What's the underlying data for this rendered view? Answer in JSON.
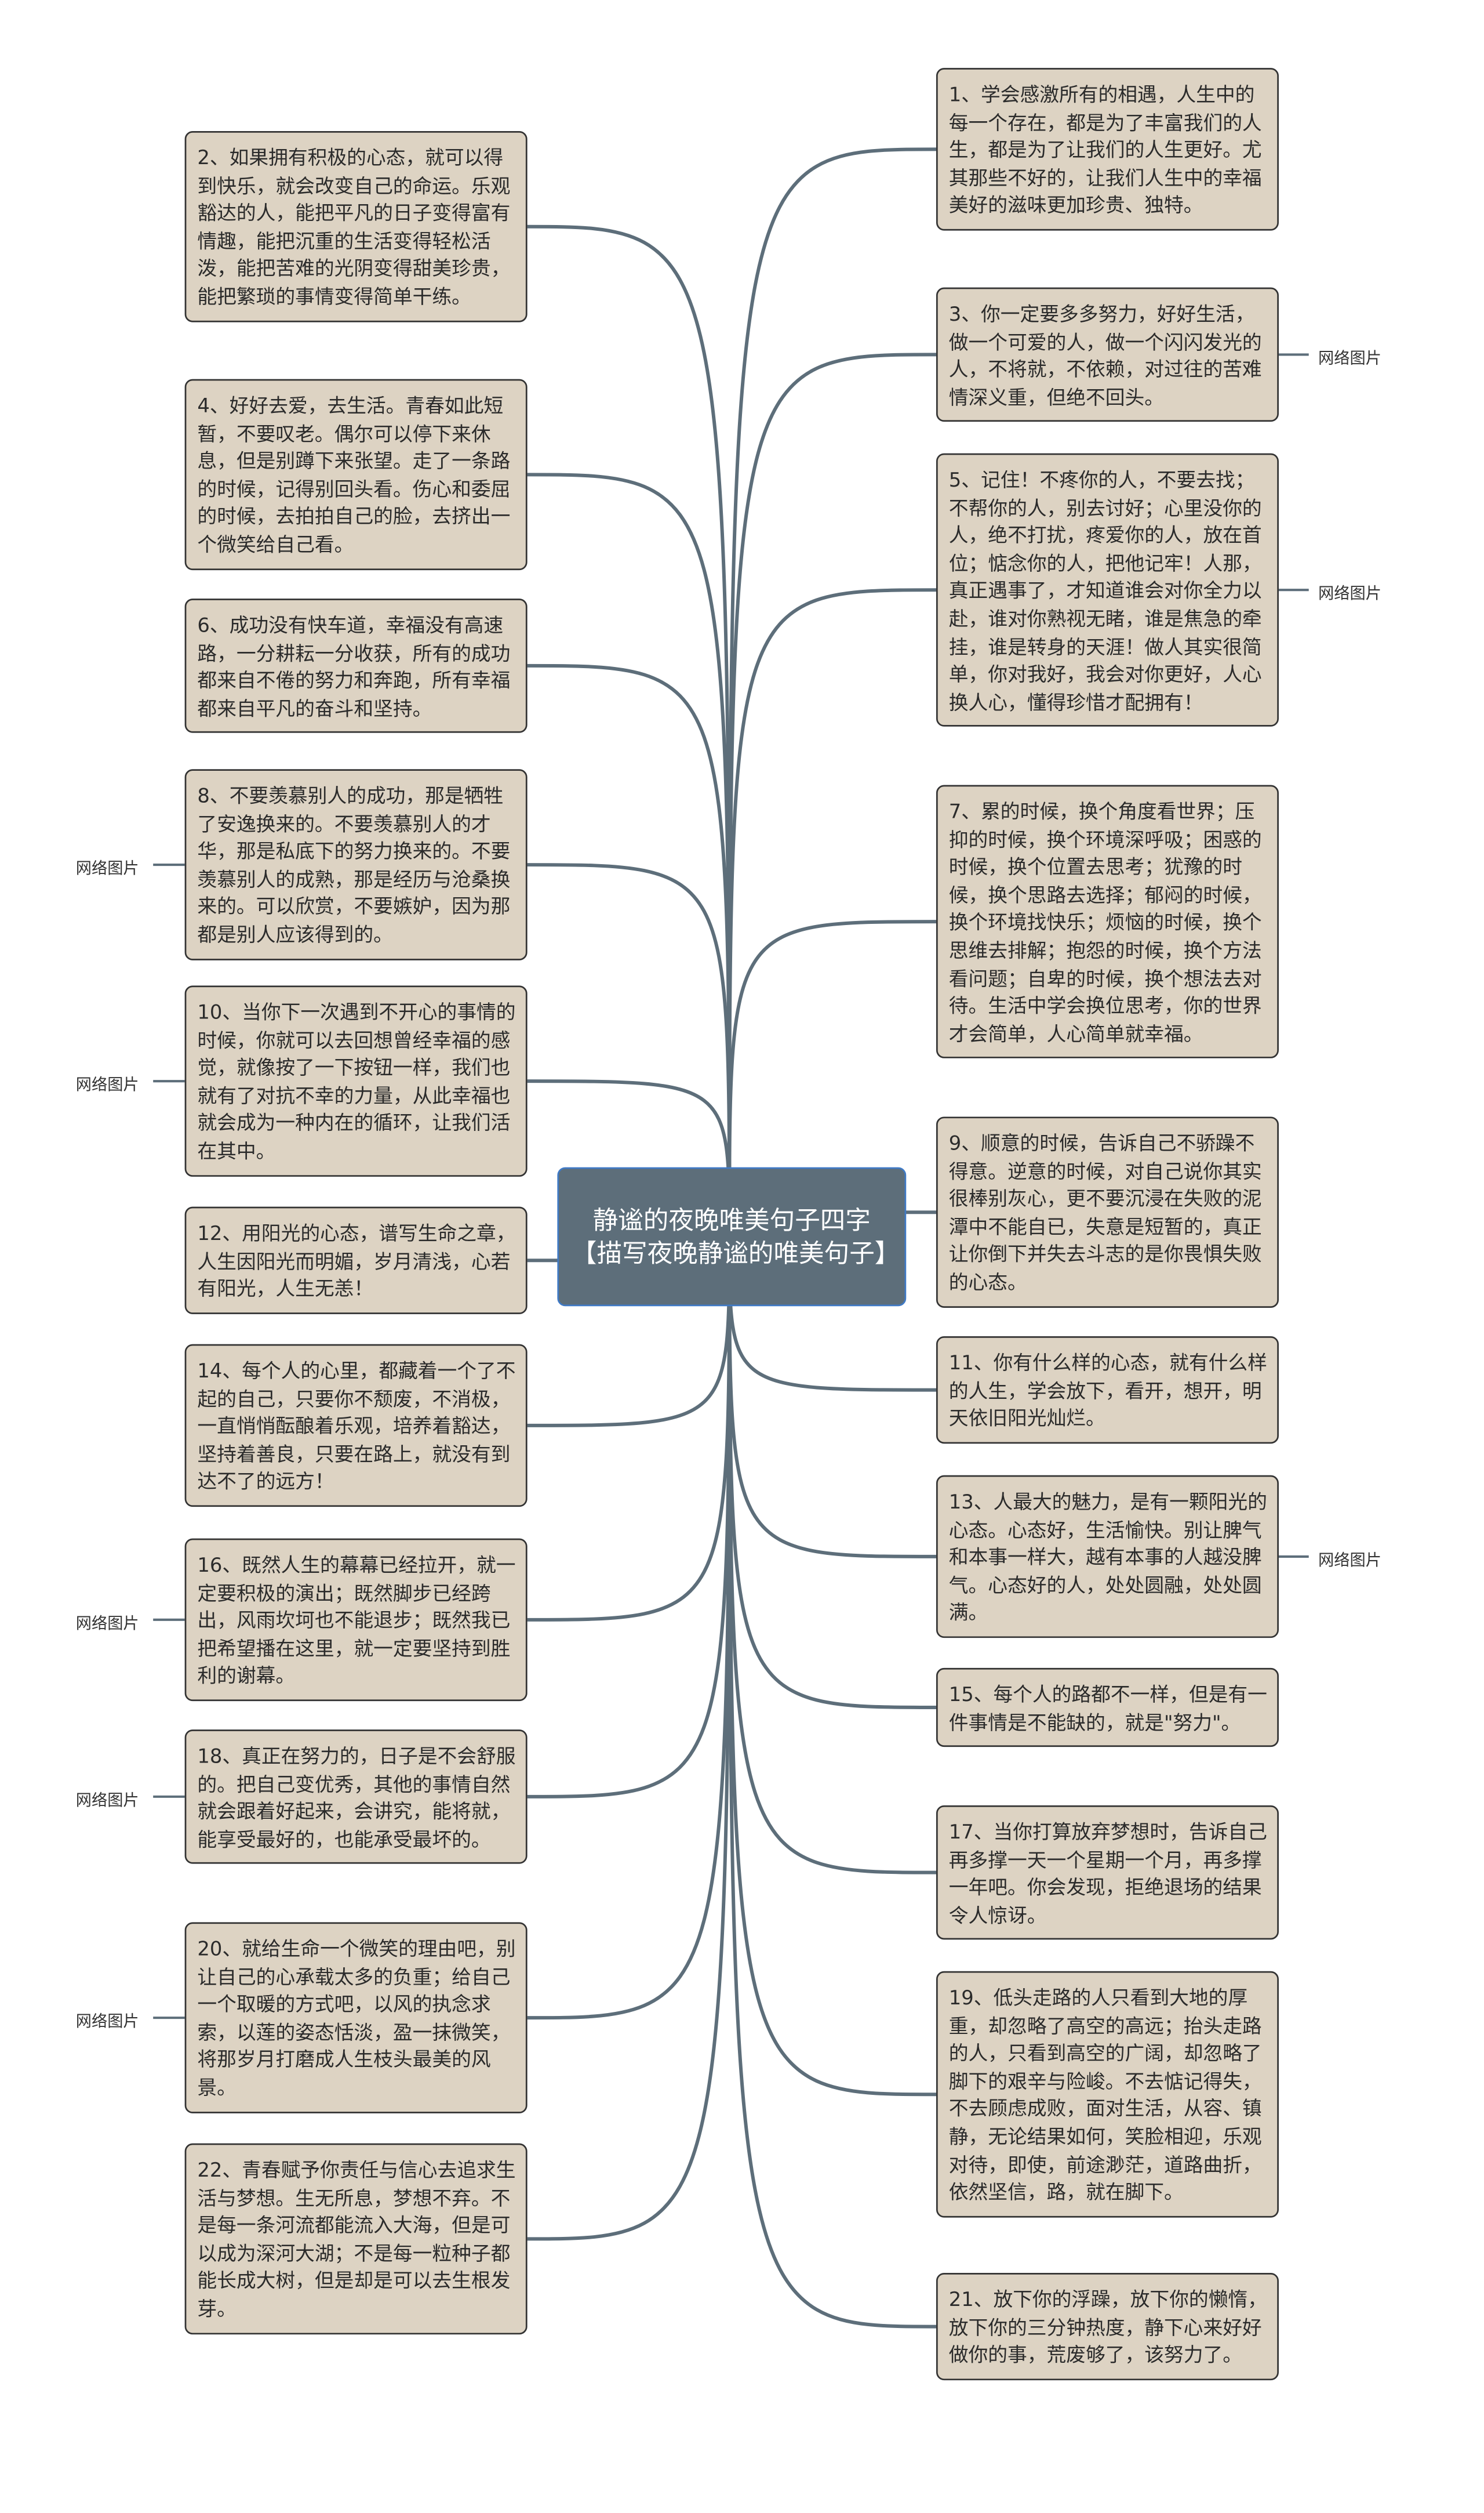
{
  "title": "静谧的夜晚唯美句子四字【描写夜晚静谧的唯美句子】",
  "colors": {
    "line": "#5d6e7a",
    "node_bg": "#ddd3c3",
    "center_bg": "#5d6e7a",
    "center_border": "#3f7ac6"
  },
  "left_nodes": [
    {
      "text": "2、如果拥有积极的心态，就可以得到快乐，就会改变自己的命运。乐观豁达的人，能把平凡的日子变得富有情趣，能把沉重的生活变得轻松活泼，能把苦难的光阴变得甜美珍贵，能把繁琐的事情变得简单干练。",
      "tag": ""
    },
    {
      "text": "4、好好去爱，去生活。青春如此短暂，不要叹老。偶尔可以停下来休息，但是别蹲下来张望。走了一条路的时候，记得别回头看。伤心和委屈的时候，去拍拍自己的脸，去挤出一个微笑给自己看。",
      "tag": ""
    },
    {
      "text": "6、成功没有快车道，幸福没有高速路，一分耕耘一分收获，所有的成功都来自不倦的努力和奔跑，所有幸福都来自平凡的奋斗和坚持。",
      "tag": ""
    },
    {
      "text": "8、不要羡慕别人的成功，那是牺牲了安逸换来的。不要羡慕别人的才华，那是私底下的努力换来的。不要羡慕别人的成熟，那是经历与沧桑换来的。可以欣赏，不要嫉妒，因为那都是别人应该得到的。",
      "tag": "网络图片"
    },
    {
      "text": "10、当你下一次遇到不开心的事情的时候，你就可以去回想曾经幸福的感觉，就像按了一下按钮一样，我们也就有了对抗不幸的力量，从此幸福也就会成为一种内在的循环，让我们活在其中。",
      "tag": "网络图片"
    },
    {
      "text": "12、用阳光的心态，谱写生命之章，人生因阳光而明媚，岁月清浅，心若有阳光，人生无恙！",
      "tag": ""
    },
    {
      "text": "14、每个人的心里，都藏着一个了不起的自己，只要你不颓废，不消极，一直悄悄酝酿着乐观，培养着豁达，坚持着善良，只要在路上，就没有到达不了的远方！",
      "tag": ""
    },
    {
      "text": "16、既然人生的幕幕已经拉开，就一定要积极的演出；既然脚步已经跨出，风雨坎坷也不能退步；既然我已把希望播在这里，就一定要坚持到胜利的谢幕。",
      "tag": "网络图片"
    },
    {
      "text": "18、真正在努力的，日子是不会舒服的。把自己变优秀，其他的事情自然就会跟着好起来，会讲究，能将就，能享受最好的，也能承受最坏的。",
      "tag": "网络图片"
    },
    {
      "text": "20、就给生命一个微笑的理由吧，别让自己的心承载太多的负重；给自己一个取暖的方式吧，以风的执念求索，以莲的姿态恬淡，盈一抹微笑，将那岁月打磨成人生枝头最美的风景。",
      "tag": "网络图片"
    },
    {
      "text": "22、青春赋予你责任与信心去追求生活与梦想。生无所息，梦想不弃。不是每一条河流都能流入大海，但是可以成为深河大湖；不是每一粒种子都能长成大树，但是却是可以去生根发芽。",
      "tag": ""
    }
  ],
  "right_nodes": [
    {
      "text": "1、学会感激所有的相遇，人生中的每一个存在，都是为了丰富我们的人生，都是为了让我们的人生更好。尤其那些不好的，让我们人生中的幸福美好的滋味更加珍贵、独特。",
      "tag": ""
    },
    {
      "text": "3、你一定要多多努力，好好生活，做一个可爱的人，做一个闪闪发光的人，不将就，不依赖，对过往的苦难情深义重，但绝不回头。",
      "tag": "网络图片"
    },
    {
      "text": "5、记住！不疼你的人，不要去找；不帮你的人，别去讨好；心里没你的人，绝不打扰，疼爱你的人，放在首位；惦念你的人，把他记牢！人那，真正遇事了，才知道谁会对你全力以赴，谁对你熟视无睹，谁是焦急的牵挂，谁是转身的天涯！做人其实很简单，你对我好，我会对你更好，人心换人心，懂得珍惜才配拥有！",
      "tag": "网络图片"
    },
    {
      "text": "7、累的时候，换个角度看世界；压抑的时候，换个环境深呼吸；困惑的时候，换个位置去思考；犹豫的时候，换个思路去选择；郁闷的时候，换个环境找快乐；烦恼的时候，换个思维去排解；抱怨的时候，换个方法看问题；自卑的时候，换个想法去对待。生活中学会换位思考，你的世界才会简单，人心简单就幸福。",
      "tag": ""
    },
    {
      "text": "9、顺意的时候，告诉自己不骄躁不得意。逆意的时候，对自己说你其实很棒别灰心，更不要沉浸在失败的泥潭中不能自已，失意是短暂的，真正让你倒下并失去斗志的是你畏惧失败的心态。",
      "tag": ""
    },
    {
      "text": "11、你有什么样的心态，就有什么样的人生，学会放下，看开，想开，明天依旧阳光灿烂。",
      "tag": ""
    },
    {
      "text": "13、人最大的魅力，是有一颗阳光的心态。心态好，生活愉快。别让脾气和本事一样大，越有本事的人越没脾气。心态好的人，处处圆融，处处圆满。",
      "tag": "网络图片"
    },
    {
      "text": "15、每个人的路都不一样，但是有一件事情是不能缺的，就是\"努力\"。",
      "tag": ""
    },
    {
      "text": "17、当你打算放弃梦想时，告诉自己再多撑一天一个星期一个月，再多撑一年吧。你会发现，拒绝退场的结果令人惊讶。",
      "tag": ""
    },
    {
      "text": "19、低头走路的人只看到大地的厚重，却忽略了高空的高远；抬头走路的人，只看到高空的广阔，却忽略了脚下的艰辛与险峻。不去惦记得失，不去顾虑成败，面对生活，从容、镇静，无论结果如何，笑脸相迎，乐观对待，即使，前途渺茫，道路曲折，依然坚信，路，就在脚下。",
      "tag": ""
    },
    {
      "text": "21、放下你的浮躁，放下你的懒惰，放下你的三分钟热度，静下心来好好做你的事，荒废够了，该努力了。",
      "tag": ""
    }
  ]
}
